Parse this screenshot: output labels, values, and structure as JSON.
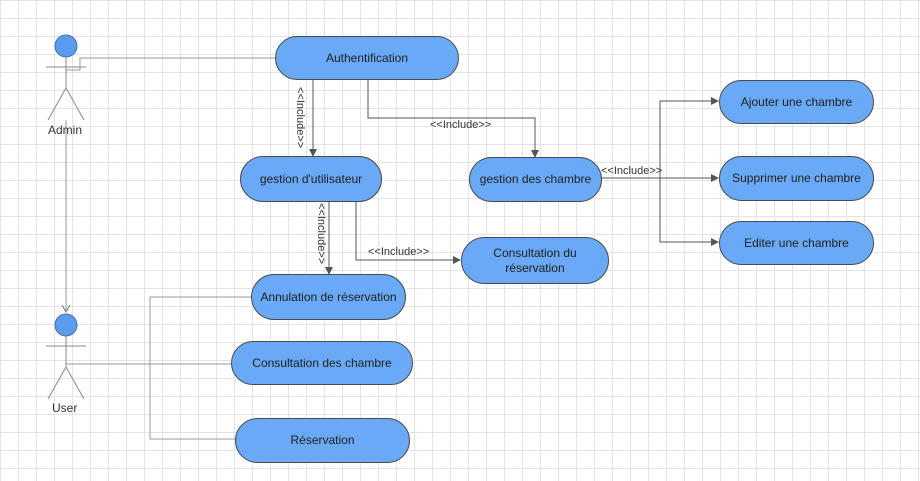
{
  "actors": {
    "admin": "Admin",
    "user": "User"
  },
  "use_cases": {
    "authentification": "Authentification",
    "gestion_utilisateur": "gestion d'utilisateur",
    "gestion_chambre": "gestion des chambre",
    "ajouter_chambre": "Ajouter une chambre",
    "supprimer_chambre": "Supprimer une chambre",
    "editer_chambre": "Editer une chambre",
    "consultation_reservation": "Consultation du\nréservation",
    "annulation_reservation": "Annulation de réservation",
    "consultation_chambre": "Consultation des chambre",
    "reservation": "Réservation"
  },
  "relations": {
    "include_label": "<<Include>>"
  },
  "colors": {
    "use_case_fill": "#6aa9f5",
    "use_case_border": "#4a4a4a",
    "actor_fill": "#5b9bf0",
    "line": "#666666"
  }
}
